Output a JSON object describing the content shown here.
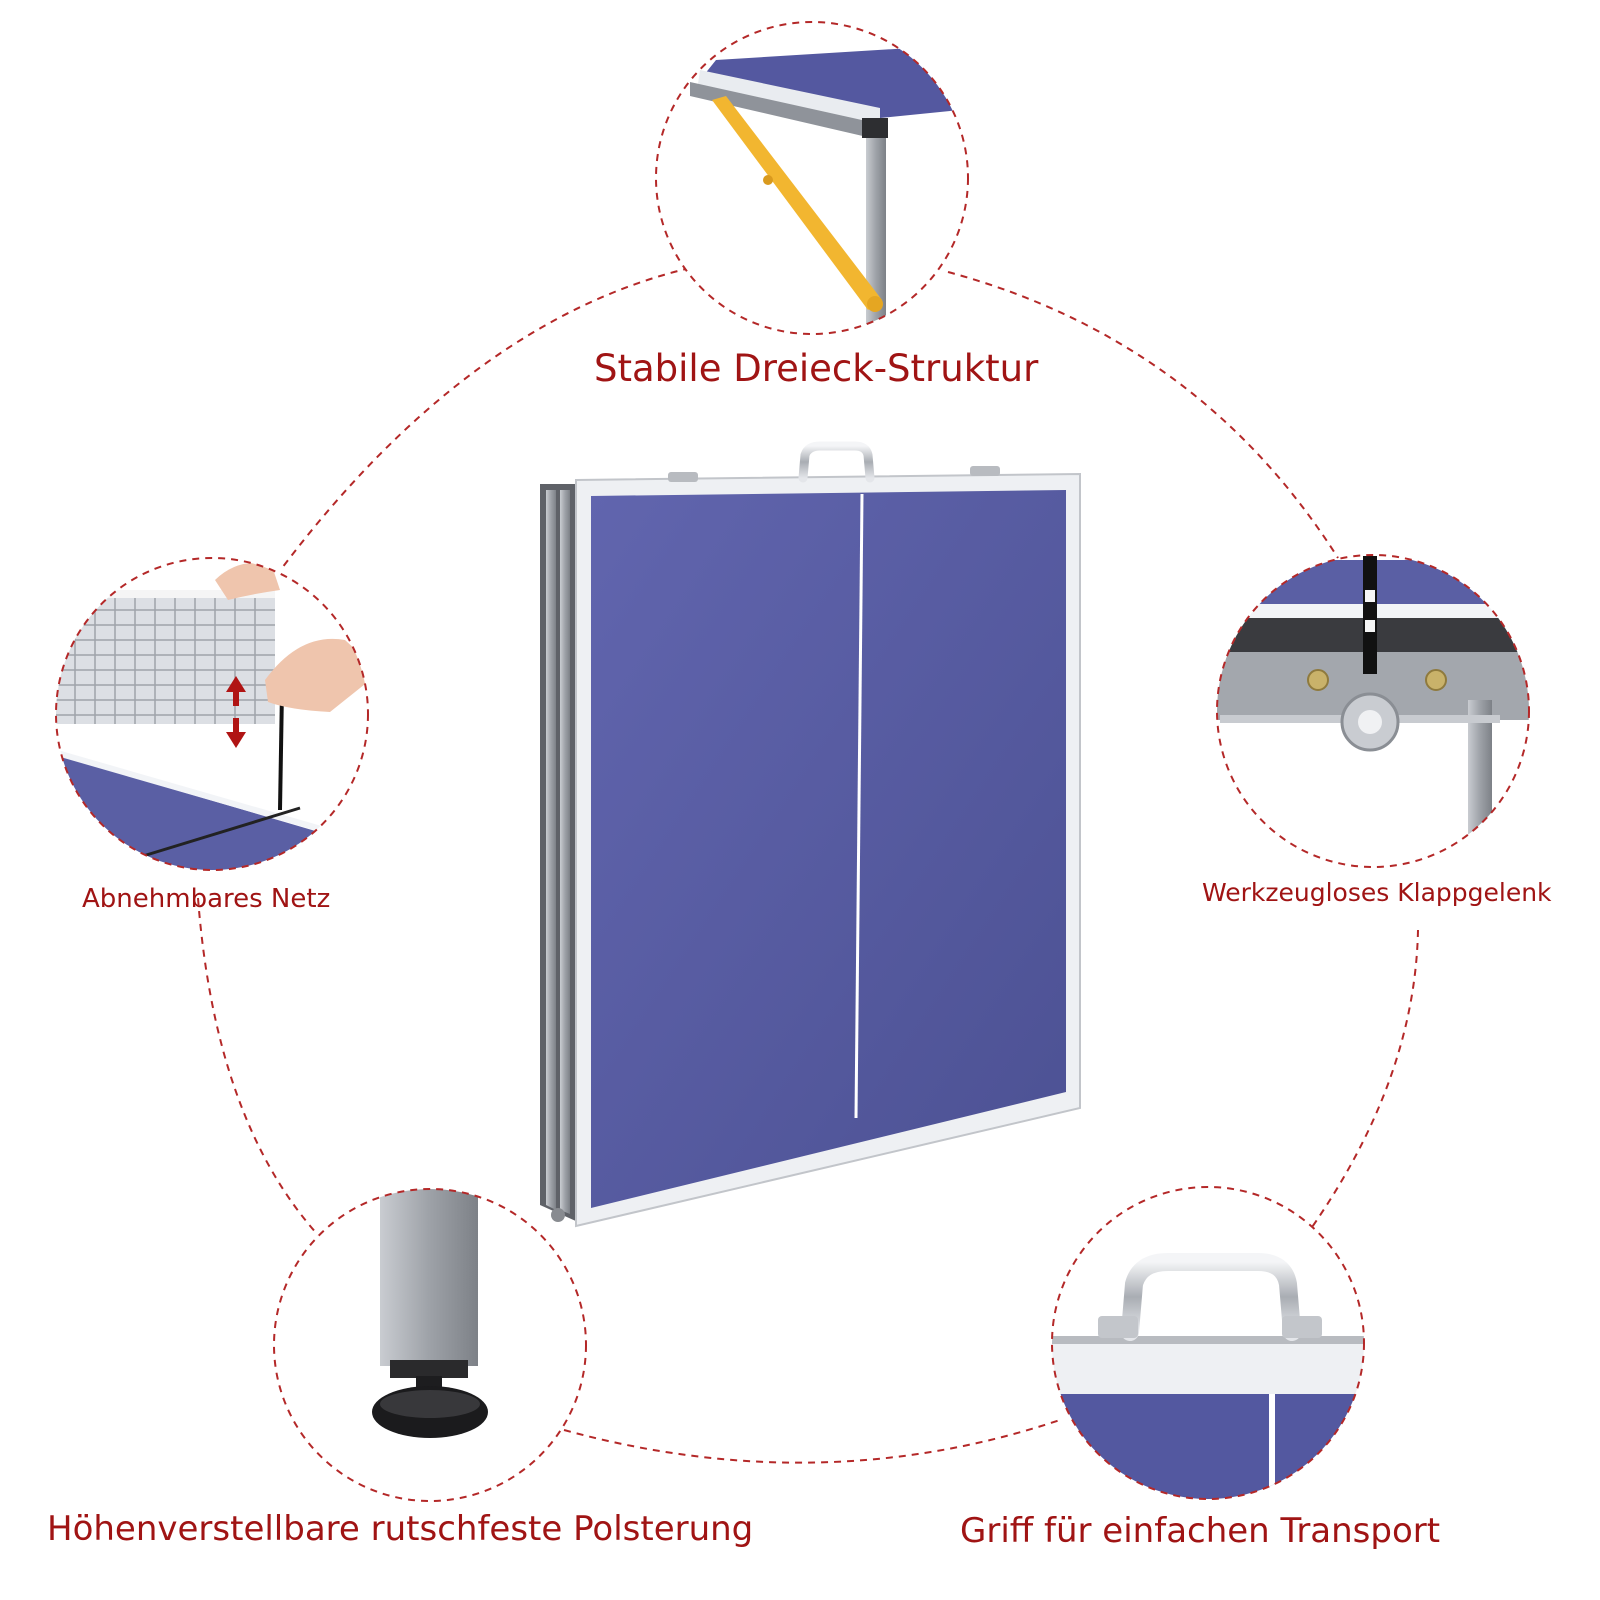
{
  "labels": {
    "top": "Stabile Dreieck-Struktur",
    "left": "Abnehmbares Netz",
    "right": "Werkzeugloses Klappgelenk",
    "bottom_left": "Höhenverstellbare rutschfeste Polsterung",
    "bottom_right": "Griff für einfachen Transport"
  },
  "colors": {
    "label_text": "#a01414",
    "dashed_ring": "#b42828",
    "table_blue": "#54599c",
    "table_border": "#f2f4f7",
    "frame_grey": "#8d9096",
    "brace_yellow": "#f2b630"
  }
}
